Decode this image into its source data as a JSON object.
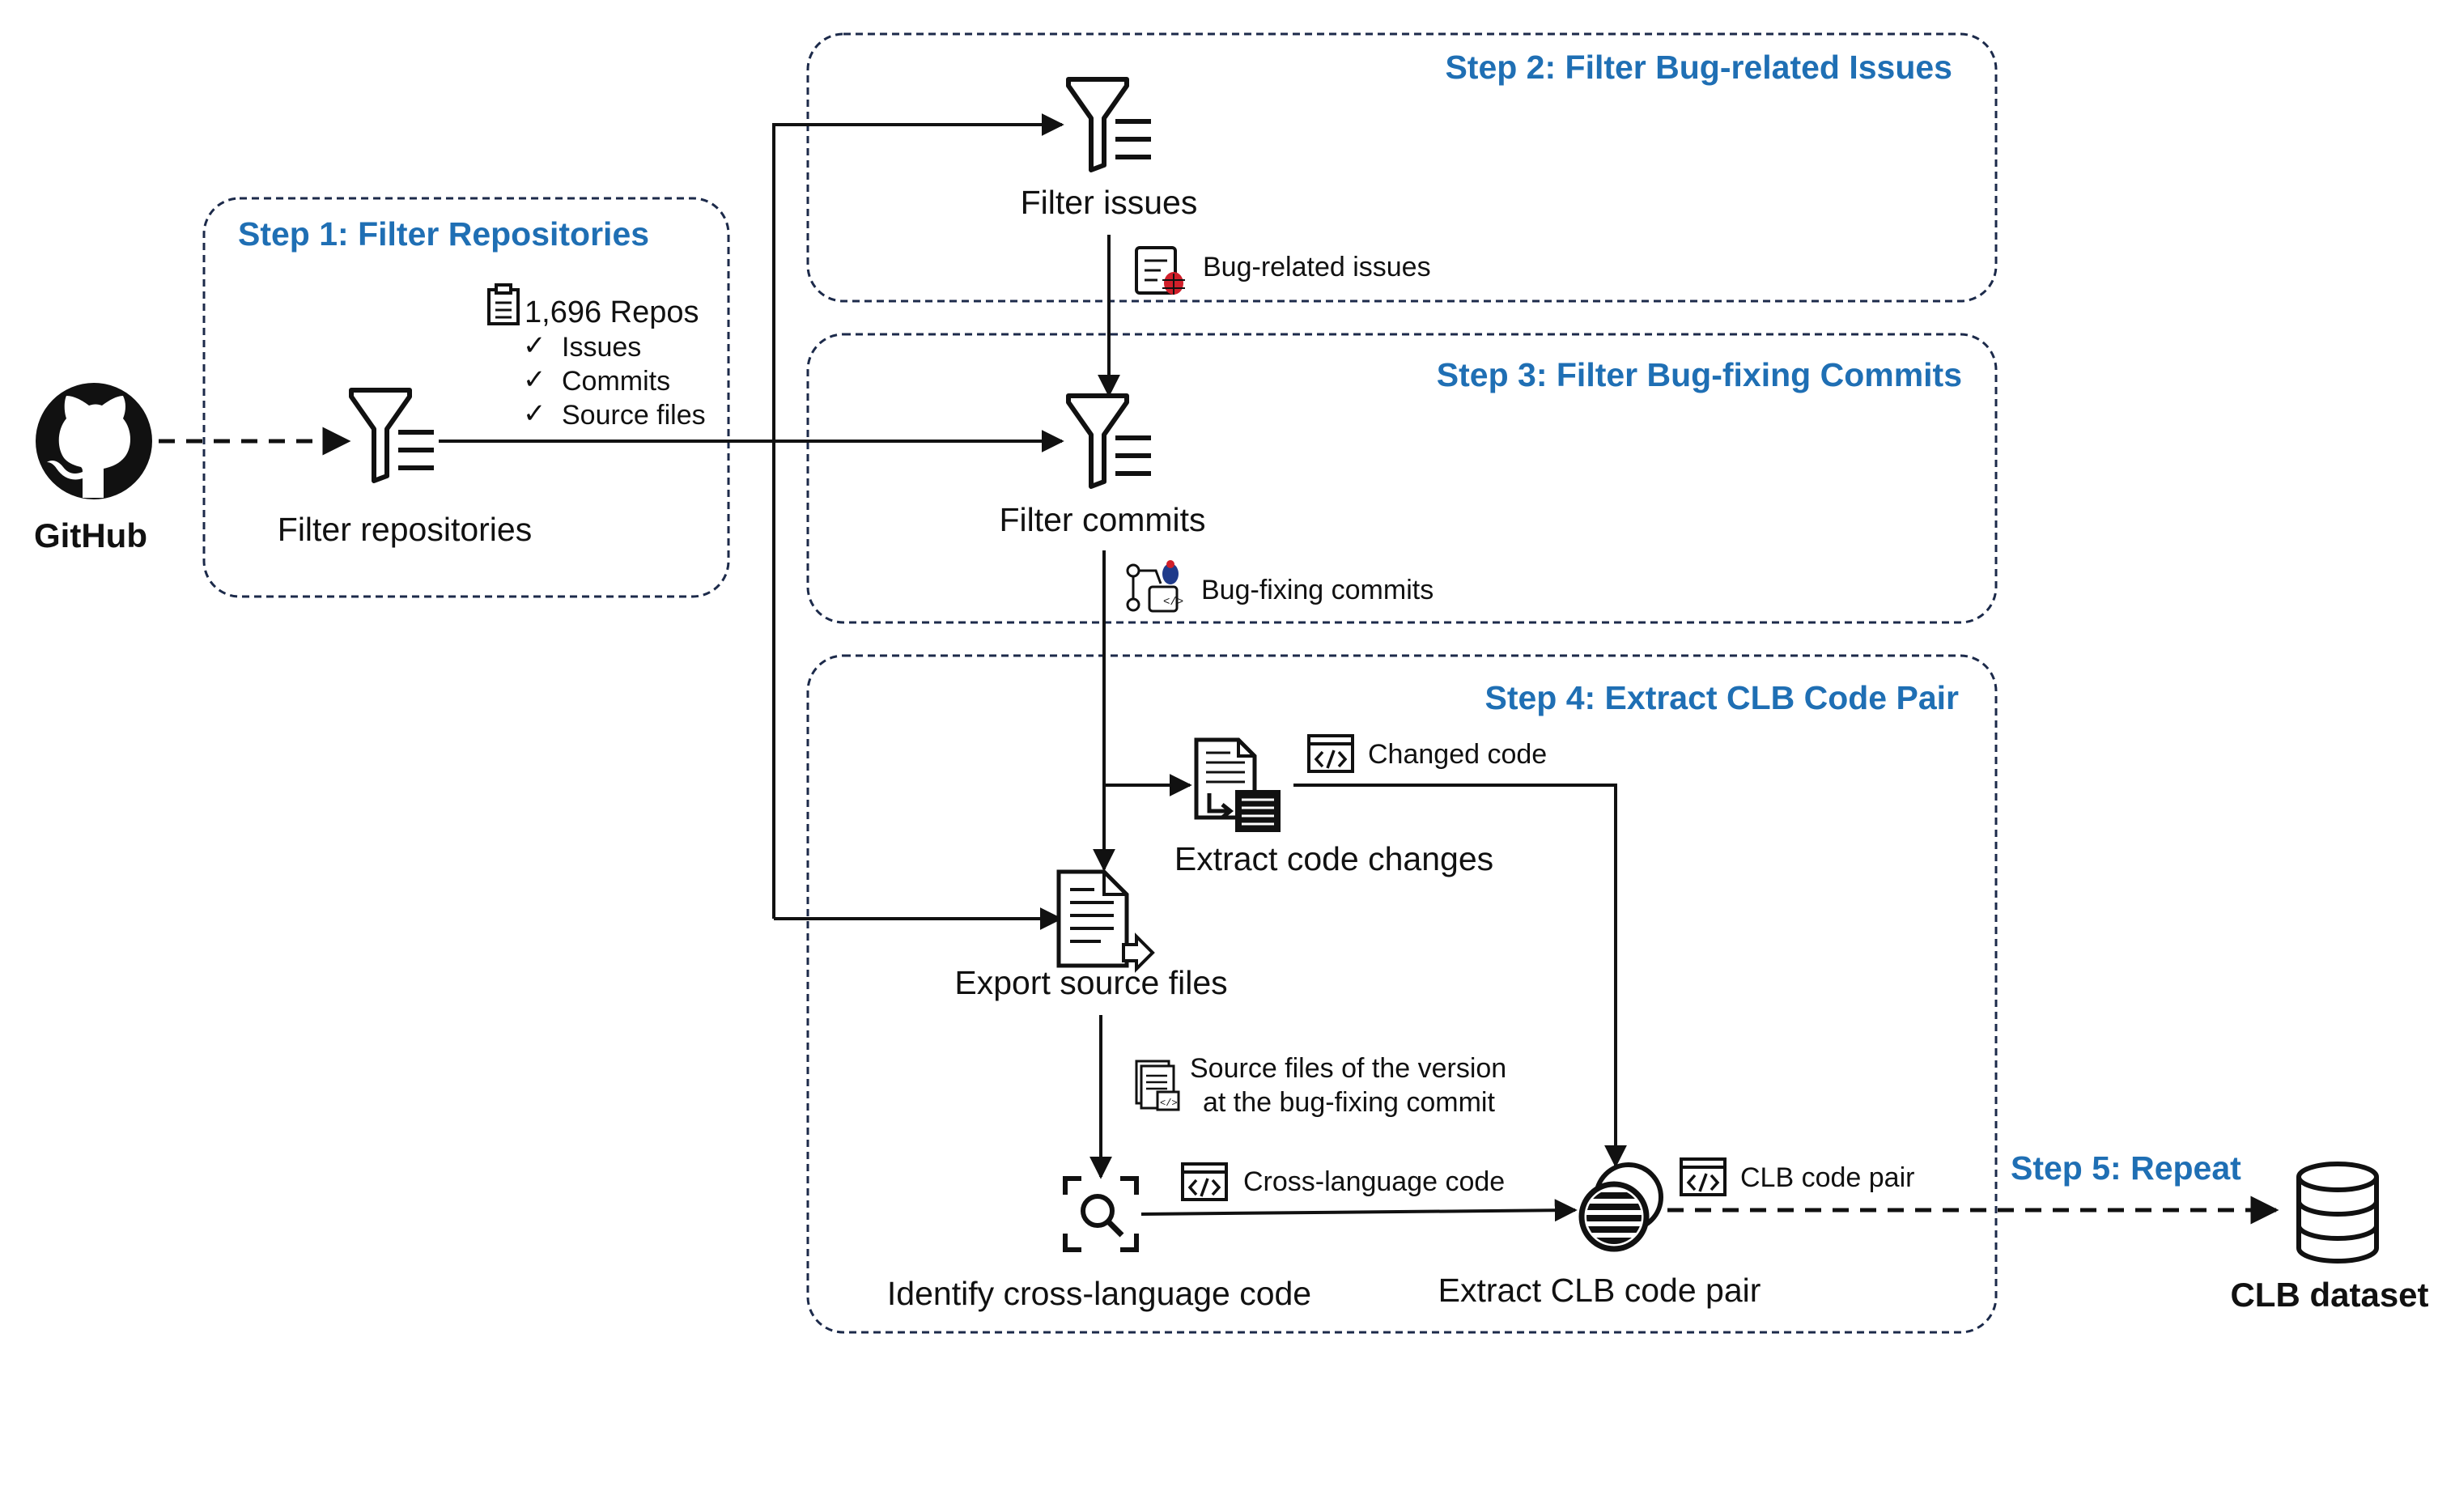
{
  "colors": {
    "step": "#1F6FB4",
    "line": "#111111",
    "box": "#1c2a4a"
  },
  "steps": {
    "s1": "Step 1: Filter Repositories",
    "s2": "Step 2: Filter Bug-related Issues",
    "s3": "Step 3: Filter Bug-fixing Commits",
    "s4": "Step 4: Extract CLB Code Pair",
    "s5": "Step 5: Repeat"
  },
  "nodes": {
    "github": "GitHub",
    "filter_repos": "Filter repositories",
    "filter_issues": "Filter issues",
    "filter_commits": "Filter commits",
    "extract_changes": "Extract code changes",
    "export_source": "Export source files",
    "identify_cross": "Identify cross-language code",
    "extract_pair": "Extract CLB code pair",
    "dataset": "CLB dataset"
  },
  "repo_info": {
    "count": "1,696 Repos",
    "checks": [
      "Issues",
      "Commits",
      "Source files"
    ]
  },
  "edges": {
    "bug_issues": "Bug-related issues",
    "bug_commits": "Bug-fixing commits",
    "changed_code": "Changed code",
    "source_version_1": "Source files of the version",
    "source_version_2": "at the bug-fixing commit",
    "cross_code": "Cross-language code",
    "clb_pair": "CLB code pair"
  },
  "icons": {
    "github": "github-logo-icon",
    "filter": "filter-funnel-icon",
    "clipboard": "clipboard-icon",
    "bug_issue": "bug-issue-icon",
    "bug_commit": "bug-commit-icon",
    "code": "code-tag-icon",
    "doc_changes": "document-changes-icon",
    "doc_export": "document-export-icon",
    "search": "search-scan-icon",
    "merge": "merge-circle-icon",
    "database": "database-icon"
  }
}
